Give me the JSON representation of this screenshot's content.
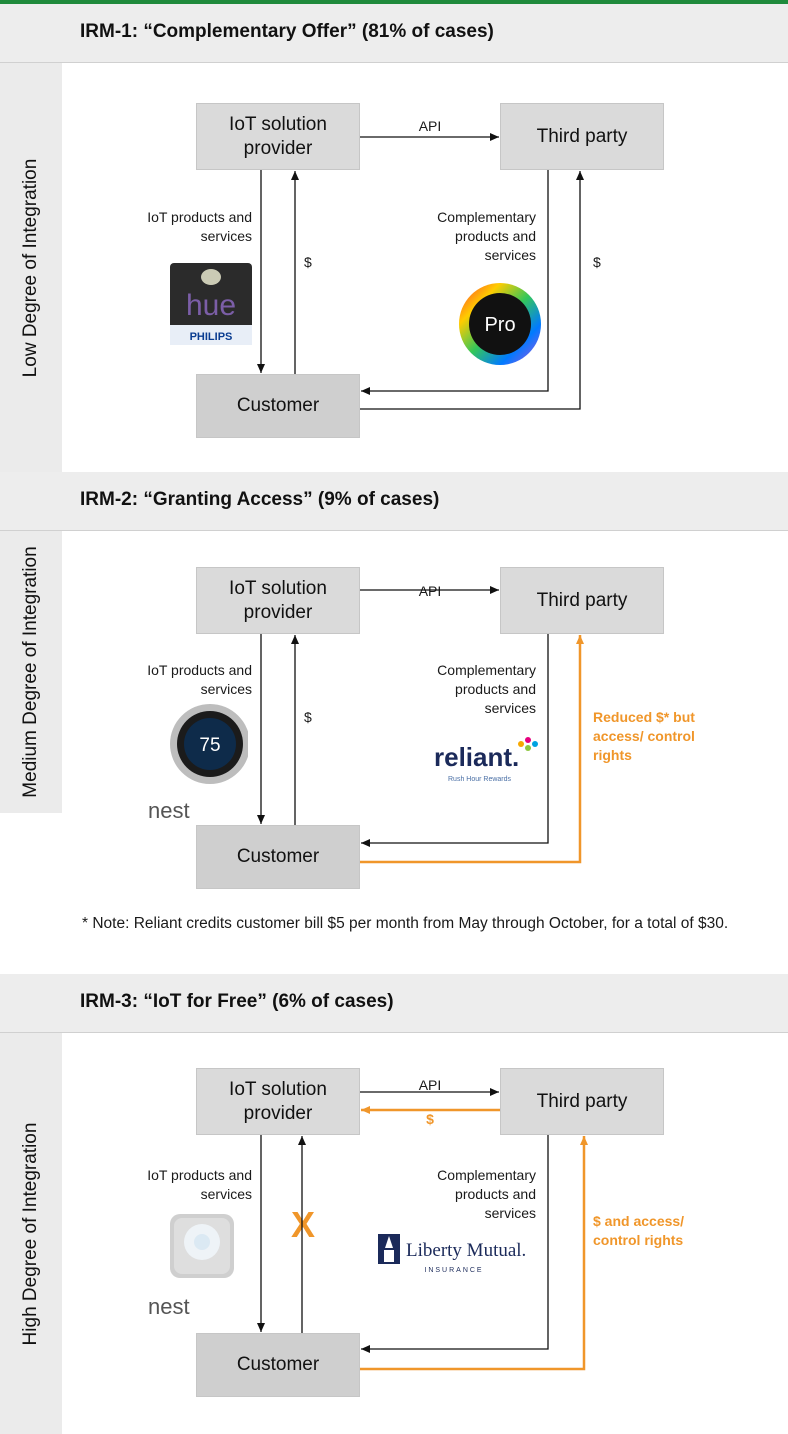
{
  "sections": [
    {
      "title": "IRM-1: “Complementary Offer” (81% of cases)",
      "side_label": "Low Degree of Integration",
      "provider": "IoT solution provider",
      "third_party": "Third party",
      "customer": "Customer",
      "api": "API",
      "iot_products": "IoT products and services",
      "complementary": "Complementary products and services",
      "pay_provider": "$",
      "pay_third": "$",
      "provider_logo": {
        "icon": "philips-hue-logo",
        "text": "hue",
        "brand": "PHILIPS"
      },
      "third_logo": {
        "icon": "pro-color-wheel-logo",
        "text": "Pro"
      }
    },
    {
      "title": "IRM-2: “Granting Access” (9% of cases)",
      "side_label": "Medium Degree of Integration",
      "provider": "IoT solution provider",
      "third_party": "Third party",
      "customer": "Customer",
      "api": "API",
      "iot_products": "IoT products and services",
      "complementary": "Complementary products and services",
      "pay_provider": "$",
      "third_flow": "Reduced $* but access/ control rights",
      "note": "* Note: Reliant credits customer bill $5 per month from May through October, for a total of $30.",
      "provider_logo": {
        "icon": "nest-thermostat-logo",
        "text": "75",
        "brand": "nest"
      },
      "third_logo": {
        "icon": "reliant-logo",
        "text": "reliant.",
        "tagline": "Rush Hour Rewards"
      }
    },
    {
      "title": "IRM-3: “IoT for Free” (6% of cases)",
      "side_label": "High Degree of Integration",
      "provider": "IoT solution provider",
      "third_party": "Third party",
      "customer": "Customer",
      "api": "API",
      "third_to_provider": "$",
      "iot_products": "IoT products and services",
      "complementary": "Complementary products and services",
      "no_payment": "X",
      "third_flow": "$ and access/ control rights",
      "provider_logo": {
        "icon": "nest-protect-logo",
        "brand": "nest"
      },
      "third_logo": {
        "icon": "liberty-mutual-logo",
        "text": "Liberty Mutual.",
        "tagline": "INSURANCE"
      }
    }
  ],
  "colors": {
    "accent": "#f0962a",
    "top_rule": "#1f8a3c",
    "box": "#dadada",
    "band": "#ebebeb"
  }
}
